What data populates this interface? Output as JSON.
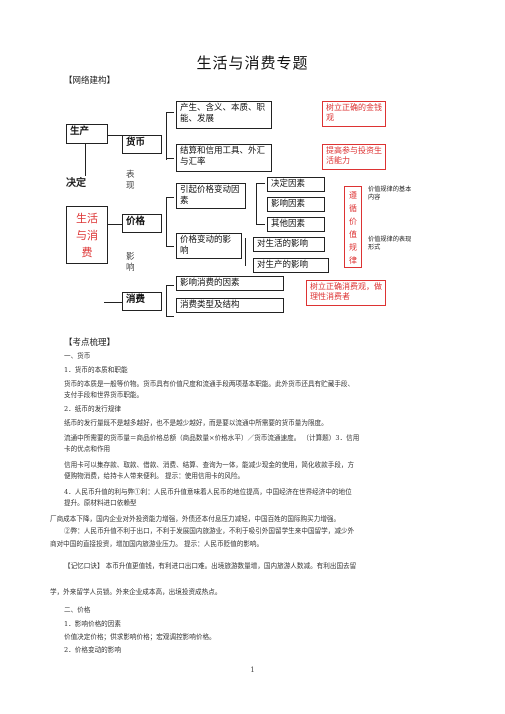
{
  "page": {
    "title": "生活与消费专题",
    "network_header": "【网络建构】",
    "points_header": "【考点梳理】",
    "page_number": "1"
  },
  "diagram": {
    "left": {
      "production": "生产",
      "decides": "决定",
      "consumption_life": "生活与消费"
    },
    "mid": {
      "money": "货币",
      "price": "价格",
      "consumption": "消费",
      "expr": "表现",
      "influence": "影响"
    },
    "money_items": [
      "产生、含义、本质、职能、发展",
      "结算和信用工具、外汇与汇率"
    ],
    "money_notes": [
      "树立正确的金钱观",
      "提高参与投资生活能力"
    ],
    "price_left": [
      "引起价格变动因素",
      "价格变动的影响"
    ],
    "price_right": [
      "决定因素",
      "影响因素",
      "其他因素",
      "对生活的影响",
      "对生产的影响"
    ],
    "law_value": "遵循价值规律",
    "law_notes": [
      "价值规律的基本内容",
      "价值规律的表现形式"
    ],
    "consume_items": [
      "影响消费的因素",
      "消费类型及结构"
    ],
    "consume_note": "树立正确消费观，做理性消费者"
  },
  "body": {
    "l1": "一、货币",
    "l2": "1．货币的本质和职能",
    "l3": "货币的本质是一般等价物。货币具有价值尺度和流通手段两项基本职能。此外货币还具有贮藏手段、",
    "l4": "支付手段和世界货币职能。",
    "l5": "2．纸币的发行规律",
    "l6": "纸币的发行量既不是越多越好，也不是越少越好，而是要以流通中所需要的货币量为限度。",
    "l7": "流通中所需要的货币量＝商品价格总额（商品数量×价格水平）／货币流通速度。 （计算题）3．信用",
    "l8": "卡的优点和作用",
    "l9": "信用卡可以集存款、取款、借款、消费、结算、查询为一体，能减少现金的使用，简化收款手段，方",
    "l10": "便购物消费，给持卡人带来便利。 提示：使用信用卡的风险。",
    "l11": "4．人民币升值的利与弊①利：人民币升值意味着人民币的地位提高，中国经济在世界经济中的地位",
    "l12": "提升。原材料进口依赖型",
    "l13": "厂商成本下降，国内企业对外投资能力增强，外债还本付息压力减轻，中国百姓的国际购买力增强。",
    "l14": "②弊：人民币升值不利于出口，不利于发展国内旅游业，不利于吸引外国留学生来中国留学，减少外",
    "l15": "商对中国的直接投资，增加国内旅游业压力。 提示：人民币贬值的影响。",
    "l16": "【记忆口诀】 本币升值更值钱，有利进口出口难。出境旅游数量增，国内旅游人数减。有利出国去留",
    "l17": "学，外来留学人员锁。外来企业成本高，出境投资成热点。",
    "l18": "二、价格",
    "l19": "1．影响价格的因素",
    "l20": "价值决定价格；供求影响价格；宏观调控影响价格。",
    "l21": "2．价格变动的影响"
  }
}
